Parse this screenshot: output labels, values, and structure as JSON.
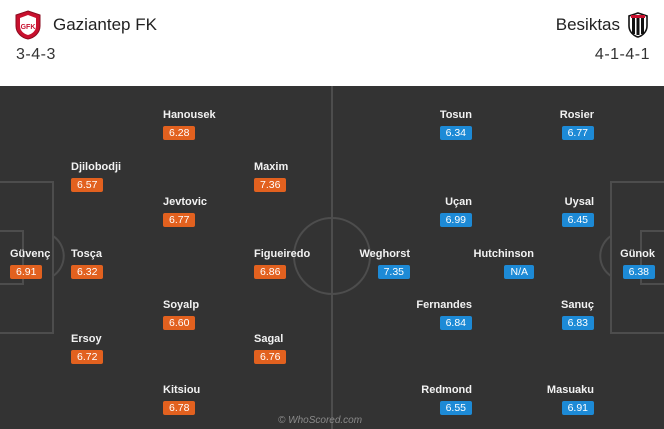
{
  "home": {
    "name": "Gaziantep FK",
    "formation": "3-4-3",
    "crest_text": "GFK",
    "colors": {
      "primary": "#c8102e",
      "rating_bg": "#e2611f"
    },
    "players": [
      {
        "id": "hanousek",
        "name": "Hanousek",
        "rating": "6.28"
      },
      {
        "id": "djilobodji",
        "name": "Djilobodji",
        "rating": "6.57"
      },
      {
        "id": "maxim",
        "name": "Maxim",
        "rating": "7.36"
      },
      {
        "id": "jevtovic",
        "name": "Jevtovic",
        "rating": "6.77"
      },
      {
        "id": "guvenc",
        "name": "Güvenç",
        "rating": "6.91"
      },
      {
        "id": "tosca",
        "name": "Tosça",
        "rating": "6.32"
      },
      {
        "id": "figueiredo",
        "name": "Figueiredo",
        "rating": "6.86"
      },
      {
        "id": "soyalp",
        "name": "Soyalp",
        "rating": "6.60"
      },
      {
        "id": "ersoy",
        "name": "Ersoy",
        "rating": "6.72"
      },
      {
        "id": "sagal",
        "name": "Sagal",
        "rating": "6.76"
      },
      {
        "id": "kitsiou",
        "name": "Kitsiou",
        "rating": "6.78"
      }
    ]
  },
  "away": {
    "name": "Besiktas",
    "formation": "4-1-4-1",
    "colors": {
      "primary": "#111111",
      "rating_bg": "#1d8ad6"
    },
    "players": [
      {
        "id": "tosun",
        "name": "Tosun",
        "rating": "6.34"
      },
      {
        "id": "rosier",
        "name": "Rosier",
        "rating": "6.77"
      },
      {
        "id": "ucan",
        "name": "Uçan",
        "rating": "6.99"
      },
      {
        "id": "uysal",
        "name": "Uysal",
        "rating": "6.45"
      },
      {
        "id": "weghorst",
        "name": "Weghorst",
        "rating": "7.35"
      },
      {
        "id": "hutchinson",
        "name": "Hutchinson",
        "rating": "N/A"
      },
      {
        "id": "gunok",
        "name": "Günok",
        "rating": "6.38"
      },
      {
        "id": "fernandes",
        "name": "Fernandes",
        "rating": "6.84"
      },
      {
        "id": "sanuc",
        "name": "Sanuç",
        "rating": "6.83"
      },
      {
        "id": "redmond",
        "name": "Redmond",
        "rating": "6.55"
      },
      {
        "id": "masuaku",
        "name": "Masuaku",
        "rating": "6.91"
      }
    ]
  },
  "pitch": {
    "color": "#333333",
    "line_color": "#4d4d4d"
  },
  "watermark": "© WhoScored.com"
}
